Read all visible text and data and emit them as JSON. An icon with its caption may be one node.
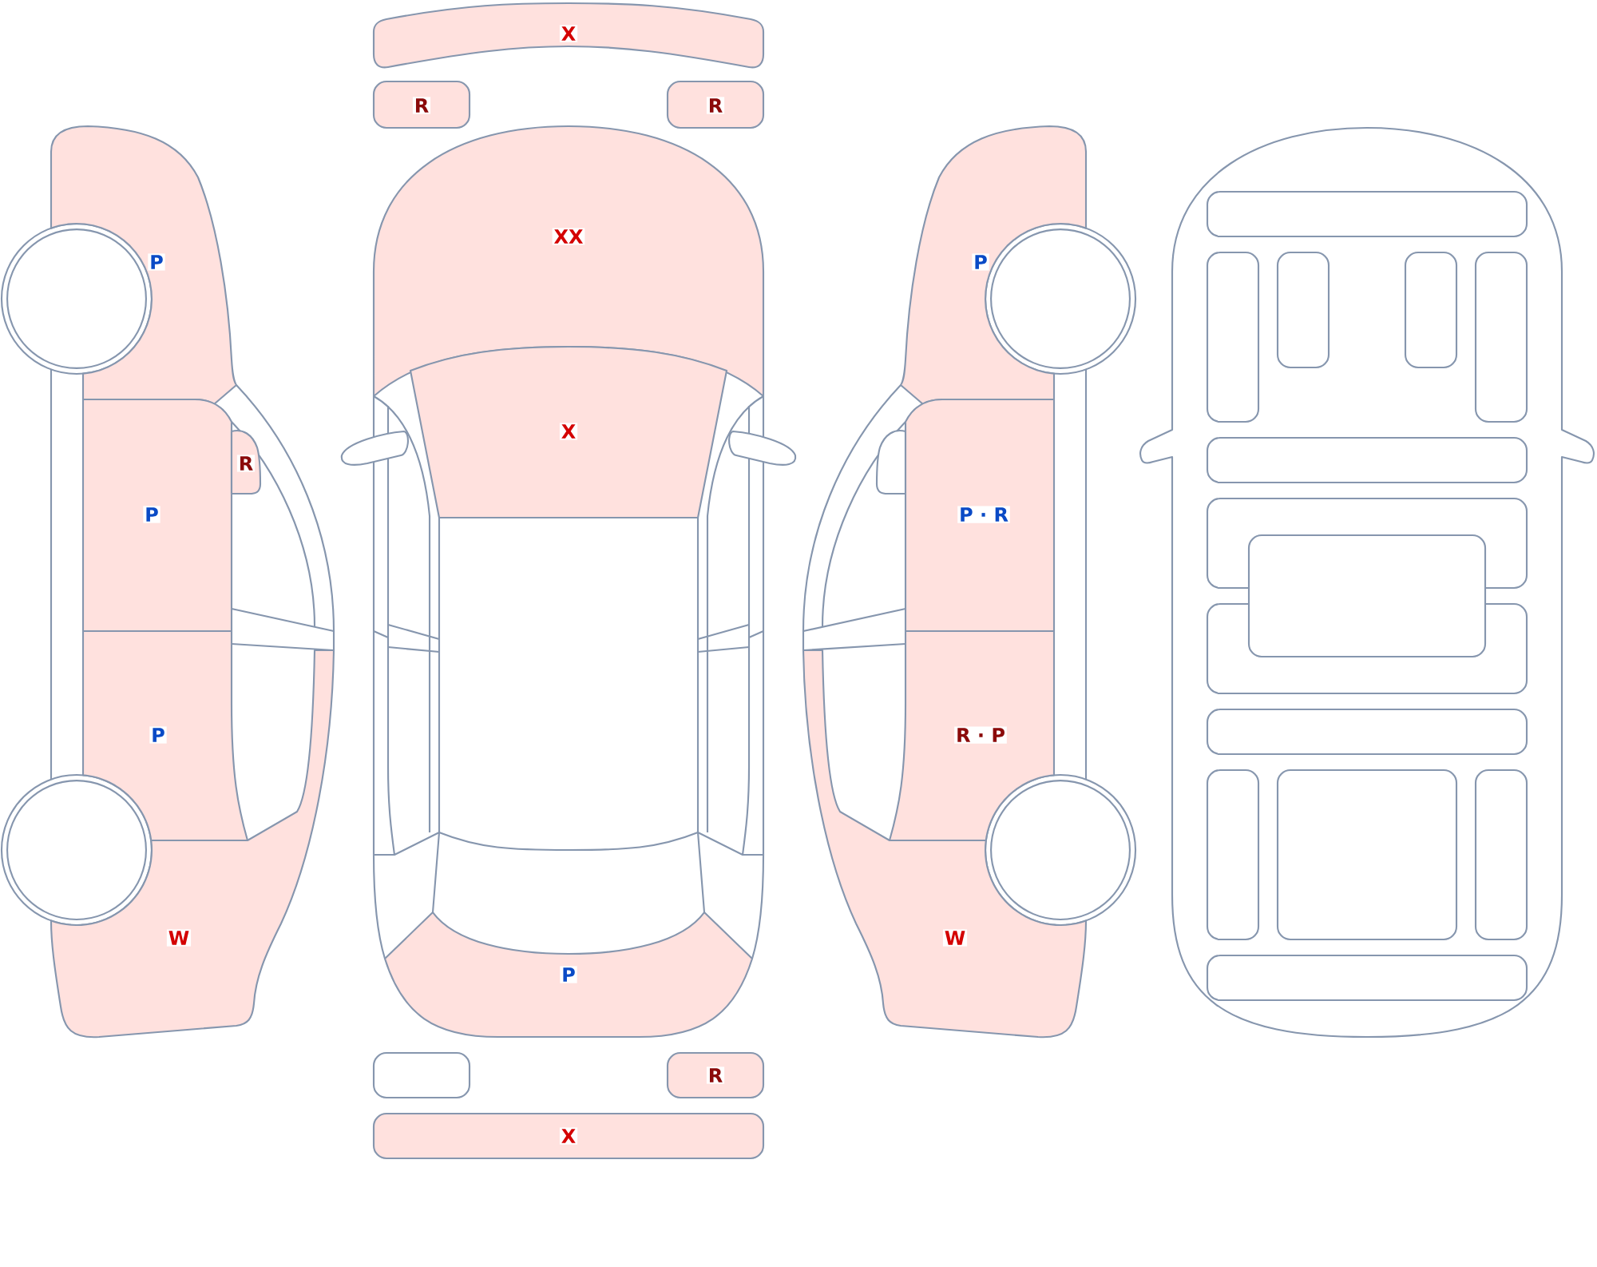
{
  "diagram": {
    "nodes": [
      {
        "text": [
          "P"
        ]
      },
      {
        "text": [
          "P"
        ]
      },
      {
        "text": [
          "R"
        ]
      },
      {
        "text": [
          "P"
        ]
      },
      {
        "text": [
          "W"
        ]
      },
      {
        "text": [
          "X"
        ]
      },
      {
        "text": [
          "R"
        ]
      },
      {
        "text": [
          "R"
        ]
      },
      {
        "text": [
          "XX"
        ]
      },
      {
        "text": [
          "X"
        ]
      },
      {
        "text": [
          "P"
        ]
      },
      {
        "text": [],
        "shape": "box"
      },
      {
        "text": [
          "R"
        ]
      },
      {
        "text": [
          "X"
        ]
      },
      {
        "text": [
          "P"
        ]
      },
      {
        "text": [],
        "shape": "box"
      },
      {
        "text": [
          "P · R"
        ]
      },
      {
        "text": [
          "R · P"
        ]
      },
      {
        "text": [
          "W"
        ]
      }
    ]
  }
}
